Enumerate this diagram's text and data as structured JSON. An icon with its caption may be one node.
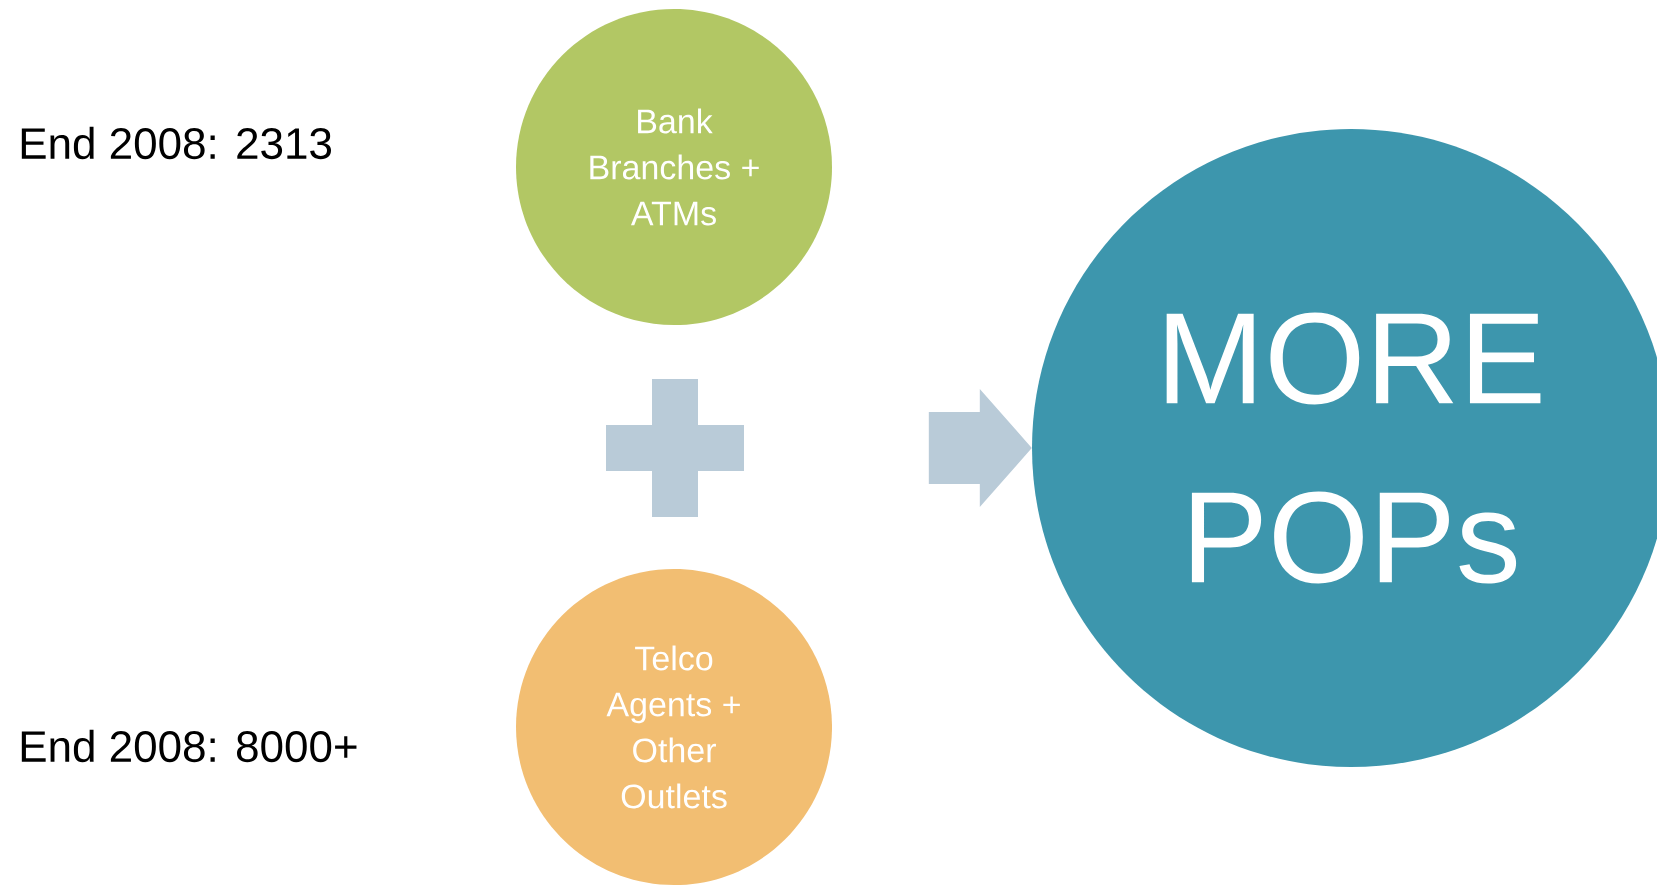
{
  "diagram": {
    "nodes": [
      {
        "text": [
          "Bank Branches + ATMs"
        ]
      },
      {
        "text": [
          "Telco Agents + Other Outlets"
        ]
      },
      {
        "text": [
          "MORE POPs"
        ]
      }
    ],
    "edges": [
      {
        "from": null,
        "to": 2,
        "arrow": "to"
      }
    ],
    "labels": [
      "End 2008: 2313",
      "End 2008: 8000+"
    ]
  }
}
